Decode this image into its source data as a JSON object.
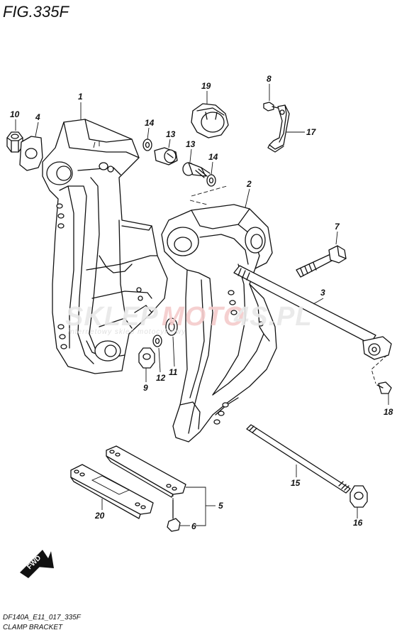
{
  "figure": {
    "title": "FIG.335F",
    "model_code": "DF140A_E11_017_335F",
    "caption": "CLAMP BRACKET"
  },
  "watermark": {
    "brand_left": "SKLEP",
    "brand_mid": "MOTO",
    "brand_right": "4S.PL",
    "tagline": "internetowy sklep motocyklowy"
  },
  "direction_badge": {
    "label": "FWD"
  },
  "callouts": {
    "p1": "1",
    "p2": "2",
    "p3": "3",
    "p4": "4",
    "p5": "5",
    "p6": "6",
    "p7": "7",
    "p8": "8",
    "p9": "9",
    "p10": "10",
    "p11": "11",
    "p12": "12",
    "p13a": "13",
    "p13b": "13",
    "p14a": "14",
    "p14b": "14",
    "p15": "15",
    "p16": "16",
    "p17": "17",
    "p18": "18",
    "p19": "19",
    "p20": "20"
  }
}
